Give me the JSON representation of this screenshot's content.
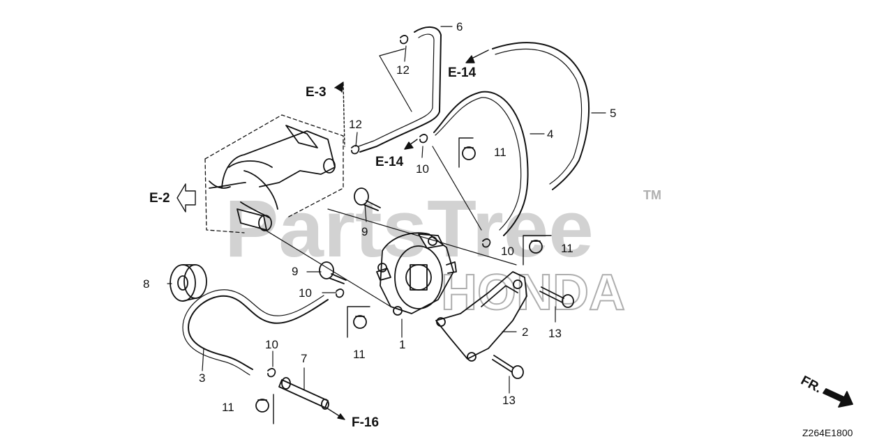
{
  "diagram": {
    "callouts": [
      {
        "id": "c1",
        "label": "1"
      },
      {
        "id": "c2",
        "label": "2"
      },
      {
        "id": "c3",
        "label": "3"
      },
      {
        "id": "c4",
        "label": "4"
      },
      {
        "id": "c5",
        "label": "5"
      },
      {
        "id": "c6",
        "label": "6"
      },
      {
        "id": "c7",
        "label": "7"
      },
      {
        "id": "c8",
        "label": "8"
      },
      {
        "id": "c9a",
        "label": "9"
      },
      {
        "id": "c9b",
        "label": "9"
      },
      {
        "id": "c10a",
        "label": "10"
      },
      {
        "id": "c10b",
        "label": "10"
      },
      {
        "id": "c10c",
        "label": "10"
      },
      {
        "id": "c10d",
        "label": "10"
      },
      {
        "id": "c11a",
        "label": "11"
      },
      {
        "id": "c11b",
        "label": "11"
      },
      {
        "id": "c11c",
        "label": "11"
      },
      {
        "id": "c11d",
        "label": "11"
      },
      {
        "id": "c12a",
        "label": "12"
      },
      {
        "id": "c12b",
        "label": "12"
      },
      {
        "id": "c13a",
        "label": "13"
      },
      {
        "id": "c13b",
        "label": "13"
      }
    ],
    "references": {
      "e3": "E-3",
      "e14_top": "E-14",
      "e14_mid": "E-14",
      "e2": "E-2",
      "f16": "F-16"
    },
    "direction_label": "FR.",
    "drawing_code": "Z264E1800",
    "watermark": {
      "text": "PartsTree",
      "tm": "TM",
      "brand": "HONDA"
    }
  }
}
